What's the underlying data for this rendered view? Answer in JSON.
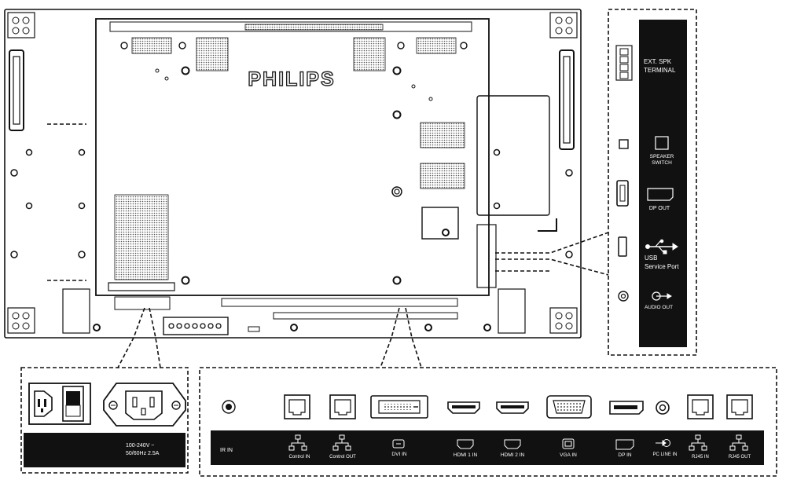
{
  "brand": "PHILIPS",
  "power_panel": {
    "rating_line1": "100-240V ~",
    "rating_line2": "50/60Hz 2.5A"
  },
  "side_panel": {
    "ext_spk_1": "EXT. SPK",
    "ext_spk_2": "TERMINAL",
    "speaker_switch_1": "SPEAKER",
    "speaker_switch_2": "SWITCH",
    "dp_out": "DP OUT",
    "usb_1": "USB",
    "usb_2": "Service Port",
    "audio_out": "AUDIO OUT"
  },
  "bottom_panel": {
    "ir_in": "IR IN",
    "control_in": "Control IN",
    "control_out": "Control OUT",
    "dvi_in": "DVI IN",
    "hdmi1_in": "HDMI 1 IN",
    "hdmi2_in": "HDMI 2 IN",
    "vga_in": "VGA IN",
    "dp_in": "DP IN",
    "pc_line_in": "PC LINE IN",
    "rj45_in": "RJ45 IN",
    "rj45_out": "RJ45 OUT"
  },
  "colors": {
    "label_band": "#111111",
    "label_text": "#ffffff",
    "line": "#111111",
    "dots": "#555555"
  }
}
